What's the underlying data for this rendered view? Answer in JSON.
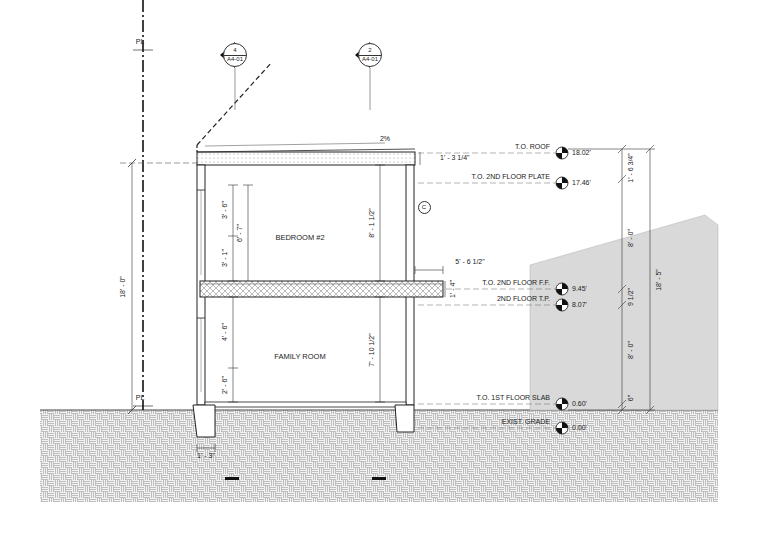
{
  "diagram": {
    "nodes": [
      {
        "text": [
          "4",
          "A4-01"
        ]
      },
      {
        "text": [
          "2",
          "A4-01"
        ]
      },
      {
        "text": [
          "C"
        ]
      }
    ],
    "labels": [
      "PL",
      "PL",
      "2%",
      "1' - 3 1/4\"",
      "T.O. ROOF",
      "18.02'",
      "T.O. 2ND FLOOR PLATE",
      "17.46'",
      "3' - 6\"",
      "6' - 7\"",
      "3' - 1\"",
      "BEDROOM #2",
      "8' - 1 1/2\"",
      "5' - 6 1/2\"",
      "T.O. 2ND FLOOR F.F.",
      "9.45'",
      "1' - 4\"",
      "2ND FLOOR T.P.",
      "8.07'",
      "4' - 6\"",
      "2' - 6\"",
      "FAMILY ROOM",
      "7' - 10 1/2\"",
      "T.O. 1ST FLOOR SLAB",
      "0.60'",
      "EXIST. GRADE",
      "0.00'",
      "1' - 3\"",
      "18' - 0\"",
      "1' - 6 3/4\"",
      "8' - 0\"",
      "9 1/2\"",
      "8' - 0\"",
      "6\"",
      "18' - 5\""
    ]
  }
}
